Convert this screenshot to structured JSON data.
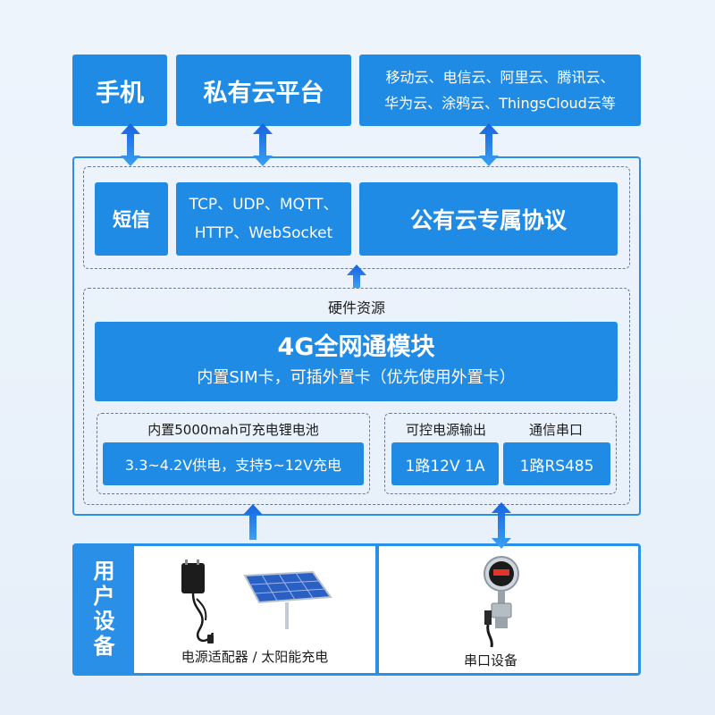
{
  "top": {
    "phone": "手机",
    "private_cloud": "私有云平台",
    "public_clouds_line1": "移动云、电信云、阿里云、腾讯云、",
    "public_clouds_line2": "华为云、涂鸦云、ThingsCloud云等"
  },
  "protocols": {
    "sms": "短信",
    "tcp_line1": "TCP、UDP、MQTT、",
    "tcp_line2": "HTTP、WebSocket",
    "public_protocol": "公有云专属协议"
  },
  "hardware": {
    "section_label": "硬件资源",
    "module_title": "4G全网通模块",
    "module_sub": "内置SIM卡，可插外置卡（优先使用外置卡）",
    "battery_label": "内置5000mah可充电锂电池",
    "battery_spec": "3.3~4.2V供电，支持5~12V充电",
    "power_label": "可控电源输出",
    "power_value": "1路12V 1A",
    "serial_label": "通信串口",
    "serial_value": "1路RS485"
  },
  "user_devices": {
    "label": "用户设备",
    "power_caption": "电源适配器 / 太阳能充电",
    "serial_caption": "串口设备"
  },
  "colors": {
    "accent": "#1f8be5",
    "panel_border": "#2a8fe6",
    "arrow": "#1a6fe0"
  }
}
